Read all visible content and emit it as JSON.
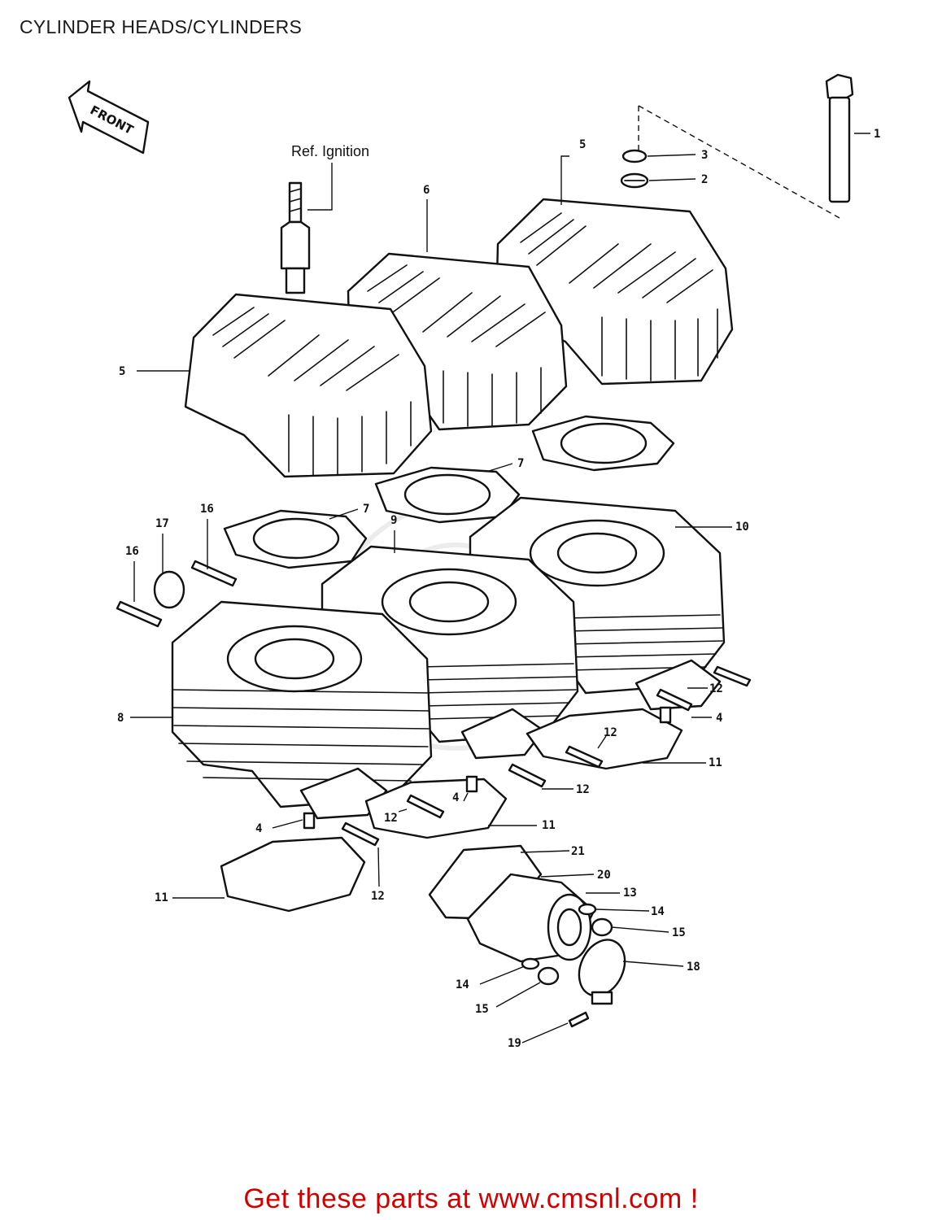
{
  "page": {
    "title": "CYLINDER HEADS/CYLINDERS"
  },
  "diagram": {
    "direction_label": "FRONT",
    "reference_label": "Ref. Ignition",
    "callouts": [
      "1",
      "2",
      "3",
      "5",
      "6",
      "5",
      "7",
      "7",
      "16",
      "17",
      "16",
      "9",
      "10",
      "8",
      "12",
      "4",
      "12",
      "11",
      "12",
      "4",
      "12",
      "11",
      "4",
      "11",
      "12",
      "21",
      "20",
      "13",
      "14",
      "15",
      "18",
      "14",
      "15",
      "19"
    ]
  },
  "footer": {
    "link_text": "Get these parts at www.cmsnl.com !"
  }
}
